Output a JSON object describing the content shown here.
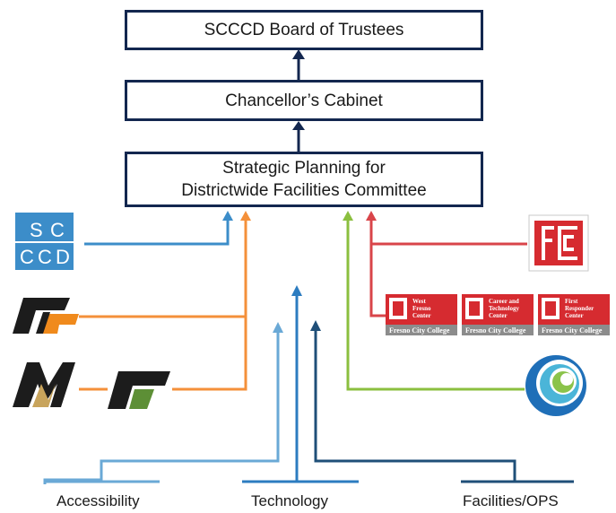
{
  "title_box": "SCCCD Board of Trustees",
  "cabinet_box": "Chancellor’s Cabinet",
  "committee_box": {
    "line1": "Strategic Planning for",
    "line2": "Districtwide Facilities Committee"
  },
  "logos": {
    "scccd": {
      "letters": [
        "S",
        "C",
        "C",
        "C",
        "D"
      ]
    },
    "fcc_badges": [
      {
        "line1": "West",
        "line2": "Fresno",
        "line3": "Center",
        "footer": "Fresno City College"
      },
      {
        "line1": "Career and",
        "line2": "Technology",
        "line3": "Center",
        "footer": "Fresno City College"
      },
      {
        "line1": "First",
        "line2": "Responder",
        "line3": "Center",
        "footer": "Fresno City College"
      }
    ]
  },
  "bottom_labels": {
    "accessibility": "Accessibility",
    "technology": "Technology",
    "facilities": "Facilities/OPS"
  },
  "colors": {
    "box_border": "#13274f",
    "scccd_blue": "#3c8dc9",
    "orange": "#f4903a",
    "green": "#8bbf3f",
    "red": "#d9454a",
    "tech_light": "#6aa9d6",
    "tech_mid": "#2c7cc0",
    "tech_dark": "#1f4f78"
  }
}
